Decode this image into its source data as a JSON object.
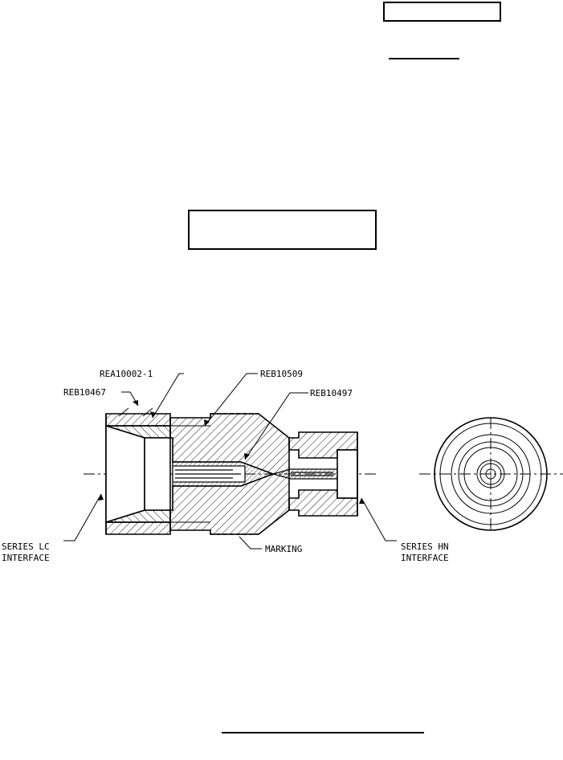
{
  "labels": {
    "rea10002": "REA10002-1",
    "reb10467": "REB10467",
    "reb10509": "REB10509",
    "reb10497": "REB10497",
    "series_lc_1": "SERIES LC",
    "series_lc_2": "INTERFACE",
    "marking": "MARKING",
    "series_hn_1": "SERIES HN",
    "series_hn_2": "INTERFACE"
  },
  "colors": {
    "ink": "#000000",
    "paper": "#ffffff"
  }
}
